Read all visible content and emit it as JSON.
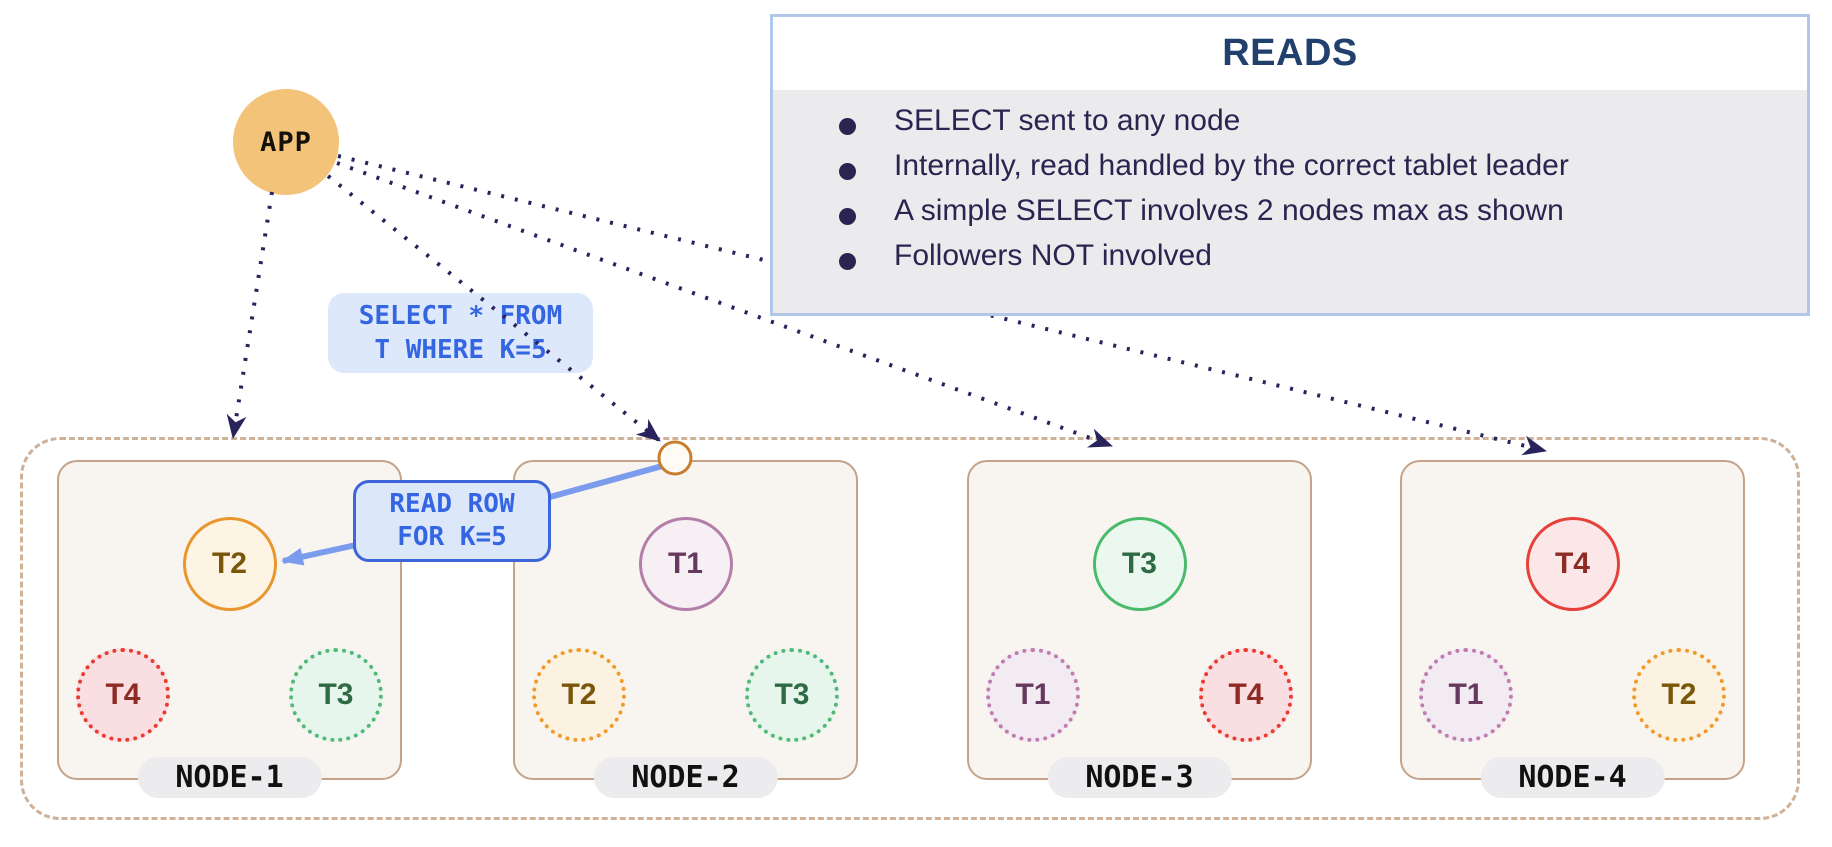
{
  "app": {
    "label": "APP"
  },
  "reads_panel": {
    "title": "READS",
    "bullets": [
      "SELECT sent to any node",
      "Internally, read handled by the correct tablet leader",
      "A simple SELECT involves 2 nodes max as shown",
      "Followers NOT involved"
    ]
  },
  "labels": {
    "select_query_line1": "SELECT * FROM",
    "select_query_line2": "T WHERE K=5",
    "read_row_line1": "READ ROW",
    "read_row_line2": "FOR K=5"
  },
  "nodes": [
    {
      "name": "NODE-1",
      "tablets": [
        {
          "label": "T2",
          "role": "leader",
          "variant": "leader-orange"
        },
        {
          "label": "T4",
          "role": "follower",
          "variant": "follower-red"
        },
        {
          "label": "T3",
          "role": "follower",
          "variant": "follower-green"
        }
      ]
    },
    {
      "name": "NODE-2",
      "tablets": [
        {
          "label": "T1",
          "role": "leader",
          "variant": "leader-purple"
        },
        {
          "label": "T2",
          "role": "follower",
          "variant": "follower-orange"
        },
        {
          "label": "T3",
          "role": "follower",
          "variant": "follower-green"
        }
      ]
    },
    {
      "name": "NODE-3",
      "tablets": [
        {
          "label": "T3",
          "role": "leader",
          "variant": "leader-green"
        },
        {
          "label": "T1",
          "role": "follower",
          "variant": "follower-purple"
        },
        {
          "label": "T4",
          "role": "follower",
          "variant": "follower-red"
        }
      ]
    },
    {
      "name": "NODE-4",
      "tablets": [
        {
          "label": "T4",
          "role": "leader",
          "variant": "leader-red"
        },
        {
          "label": "T1",
          "role": "follower",
          "variant": "follower-purple"
        },
        {
          "label": "T2",
          "role": "follower",
          "variant": "follower-orange"
        }
      ]
    }
  ],
  "colors": {
    "arrow_navy": "#29235C",
    "blue_border": "#3E66D8",
    "blue_arrow": "#7B9BEC",
    "app_fill": "#F3C379",
    "cluster_border": "#CDB199",
    "node_border": "#C5A38A",
    "panel_border": "#AFC8EA",
    "panel_body": "#EBEBED",
    "title_color": "#21406E",
    "bullet_text": "#2A2550"
  }
}
